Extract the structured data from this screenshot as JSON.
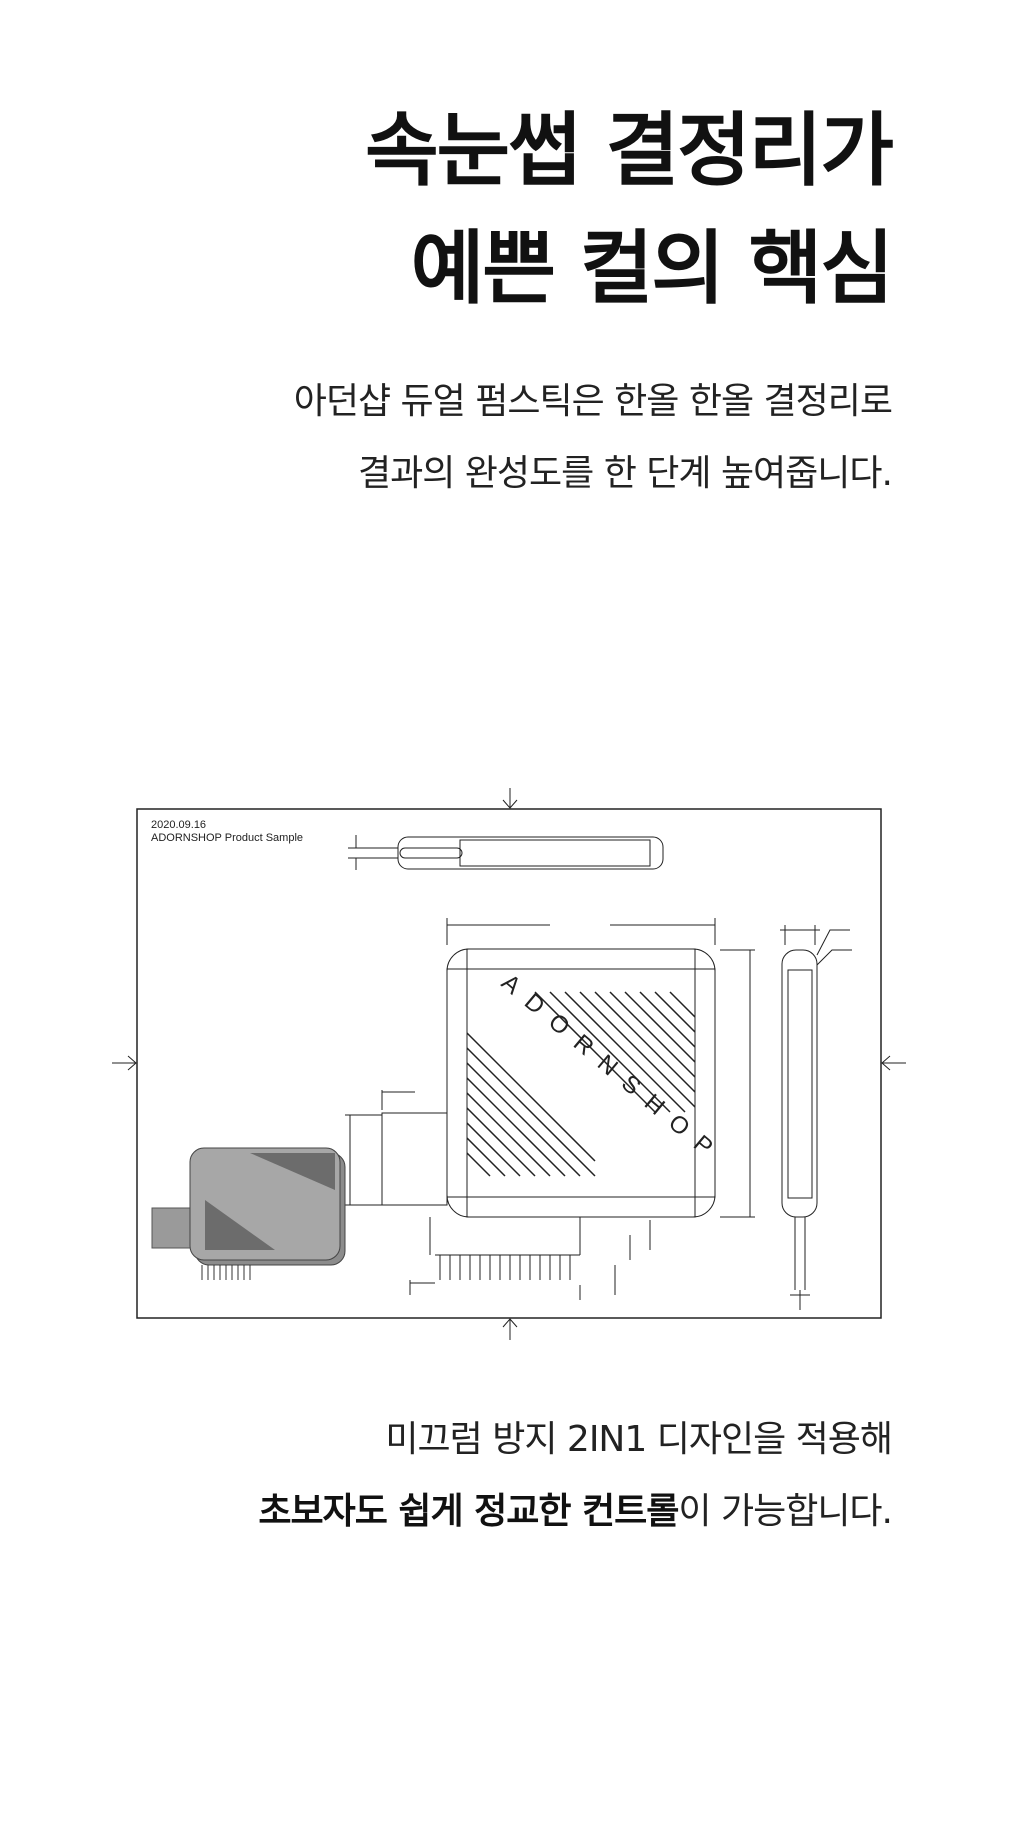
{
  "headline": {
    "line1": "속눈썹 결정리가",
    "line2": "예쁜 컬의 핵심"
  },
  "intro": {
    "line1": "아던샵 듀얼 펌스틱은 한올 한올 결정리로",
    "line2": "결과의 완성도를 한 단계 높여줍니다."
  },
  "drawing": {
    "date": "2020.09.16",
    "caption": "ADORNSHOP Product Sample",
    "brand": "ADORNSHOP"
  },
  "feature": {
    "line1": "미끄럼 방지 2IN1 디자인을 적용해",
    "line2_bold": "초보자도 쉽게 정교한 컨트롤",
    "line2_rest": "이 가능합니다."
  }
}
